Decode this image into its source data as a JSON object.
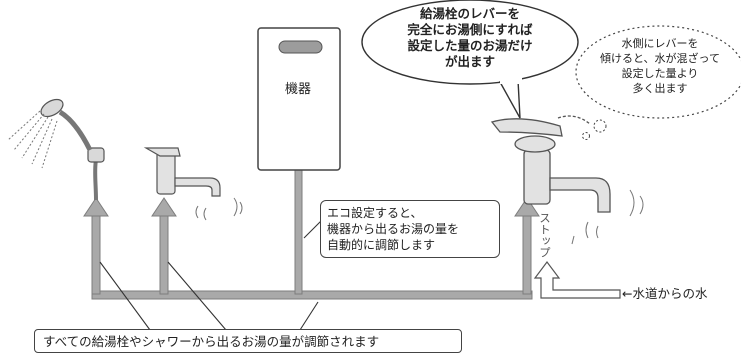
{
  "appliance": {
    "label": "機器"
  },
  "lever_full_hot": {
    "lines": [
      "給湯栓のレバーを",
      "完全にお湯側にすれば",
      "設定した量のお湯だけ",
      "が出ます"
    ]
  },
  "lever_cold_side": {
    "lines": [
      "水側にレバーを",
      "傾けると、水が混ざって",
      "設定した量より",
      "多く出ます"
    ]
  },
  "eco_setting": {
    "lines": [
      "エコ設定すると、",
      "機器から出るお湯の量を",
      "自動的に調節します"
    ]
  },
  "stop_label": "ストップ",
  "water_supply": "←水道からの水",
  "bottom_note": "すべての給湯栓やシャワーから出るお湯の量が調節されます",
  "colors": {
    "pipe": "#a9a9a9",
    "pipe_edge": "#7d7d7d",
    "line": "#333333"
  }
}
